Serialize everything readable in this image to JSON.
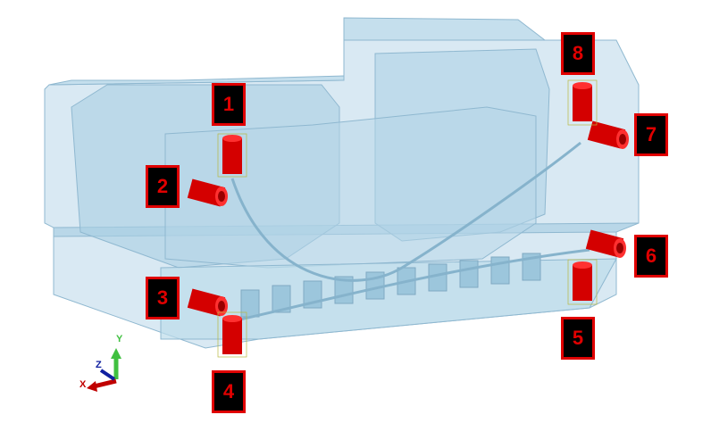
{
  "markers": [
    {
      "id": "1",
      "orientation": "vertical"
    },
    {
      "id": "2",
      "orientation": "horizontal"
    },
    {
      "id": "3",
      "orientation": "horizontal"
    },
    {
      "id": "4",
      "orientation": "vertical"
    },
    {
      "id": "5",
      "orientation": "vertical"
    },
    {
      "id": "6",
      "orientation": "horizontal"
    },
    {
      "id": "7",
      "orientation": "horizontal"
    },
    {
      "id": "8",
      "orientation": "vertical"
    }
  ],
  "triad": {
    "x": "X",
    "y": "Y",
    "z": "Z"
  },
  "colors": {
    "body": "#a9cfe3",
    "marker": "#e00000",
    "label_bg": "#000000",
    "x_axis": "#c00000",
    "y_axis": "#40c040",
    "z_axis": "#1020a0"
  }
}
